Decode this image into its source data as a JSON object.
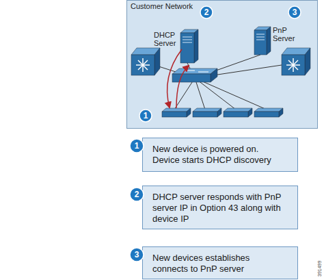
{
  "diagram": {
    "nodes": [
      {
        "text": [
          "Customer Network"
        ]
      },
      {
        "text": [
          "2"
        ],
        "in": 0
      },
      {
        "text": [
          "3"
        ],
        "in": 0
      },
      {
        "text": [
          "DHCP Server"
        ],
        "in": 0
      },
      {
        "text": [
          "PnP Server"
        ],
        "in": 0
      },
      {
        "text": [
          "1"
        ],
        "in": 0
      },
      {
        "text": [
          "1"
        ]
      },
      {
        "text": [
          "New device is powered on. Device starts DHCP discovery"
        ]
      },
      {
        "text": [
          "2"
        ]
      },
      {
        "text": [
          "DHCP server responds with PnP server IP in Option 43 along with device IP"
        ]
      },
      {
        "text": [
          "3"
        ]
      },
      {
        "text": [
          "New devices establishes connects to PnP server"
        ]
      }
    ],
    "labels": [
      "391499"
    ]
  }
}
